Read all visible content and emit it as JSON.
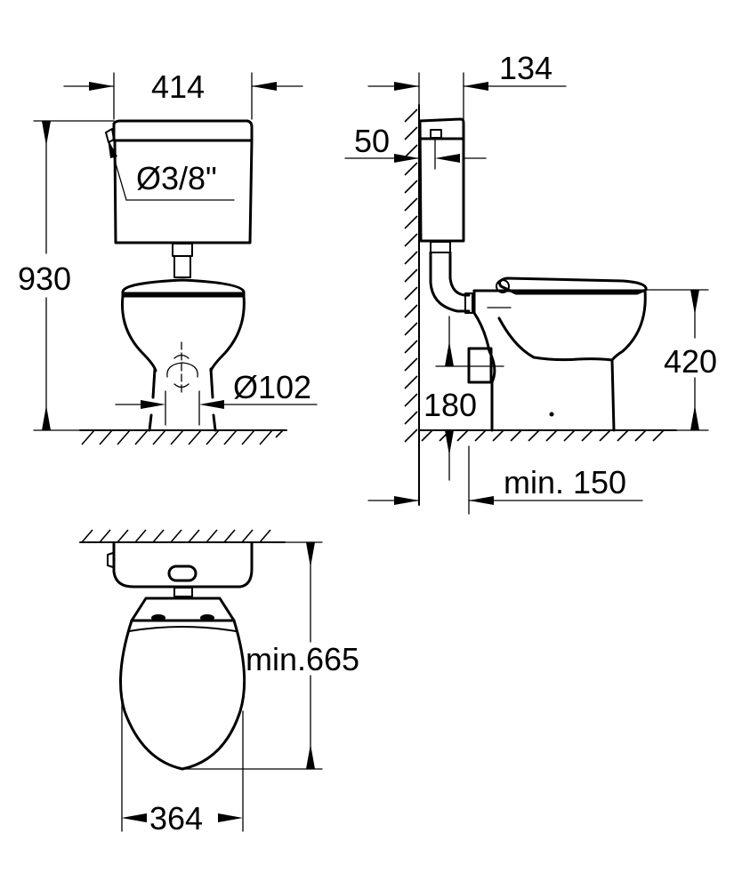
{
  "diagram": {
    "type": "technical dimension drawing",
    "subject": "close-coupled floor-standing toilet with low-level cistern",
    "units": "mm",
    "line_color": "#000000",
    "background": "#ffffff"
  },
  "views": {
    "front": {
      "label": "front-view",
      "dimensions": {
        "cistern_width": "414",
        "total_height": "930",
        "water_inlet": "Ø3/8\"",
        "outlet_diameter": "Ø102"
      }
    },
    "side": {
      "label": "side-view",
      "dimensions": {
        "cistern_depth": "134",
        "inlet_from_wall": "50",
        "seat_height": "420",
        "outlet_height": "180",
        "outlet_from_wall": "min. 150"
      }
    },
    "top": {
      "label": "top-view",
      "dimensions": {
        "projection_from_wall": "min.665",
        "bowl_width": "364"
      }
    }
  }
}
